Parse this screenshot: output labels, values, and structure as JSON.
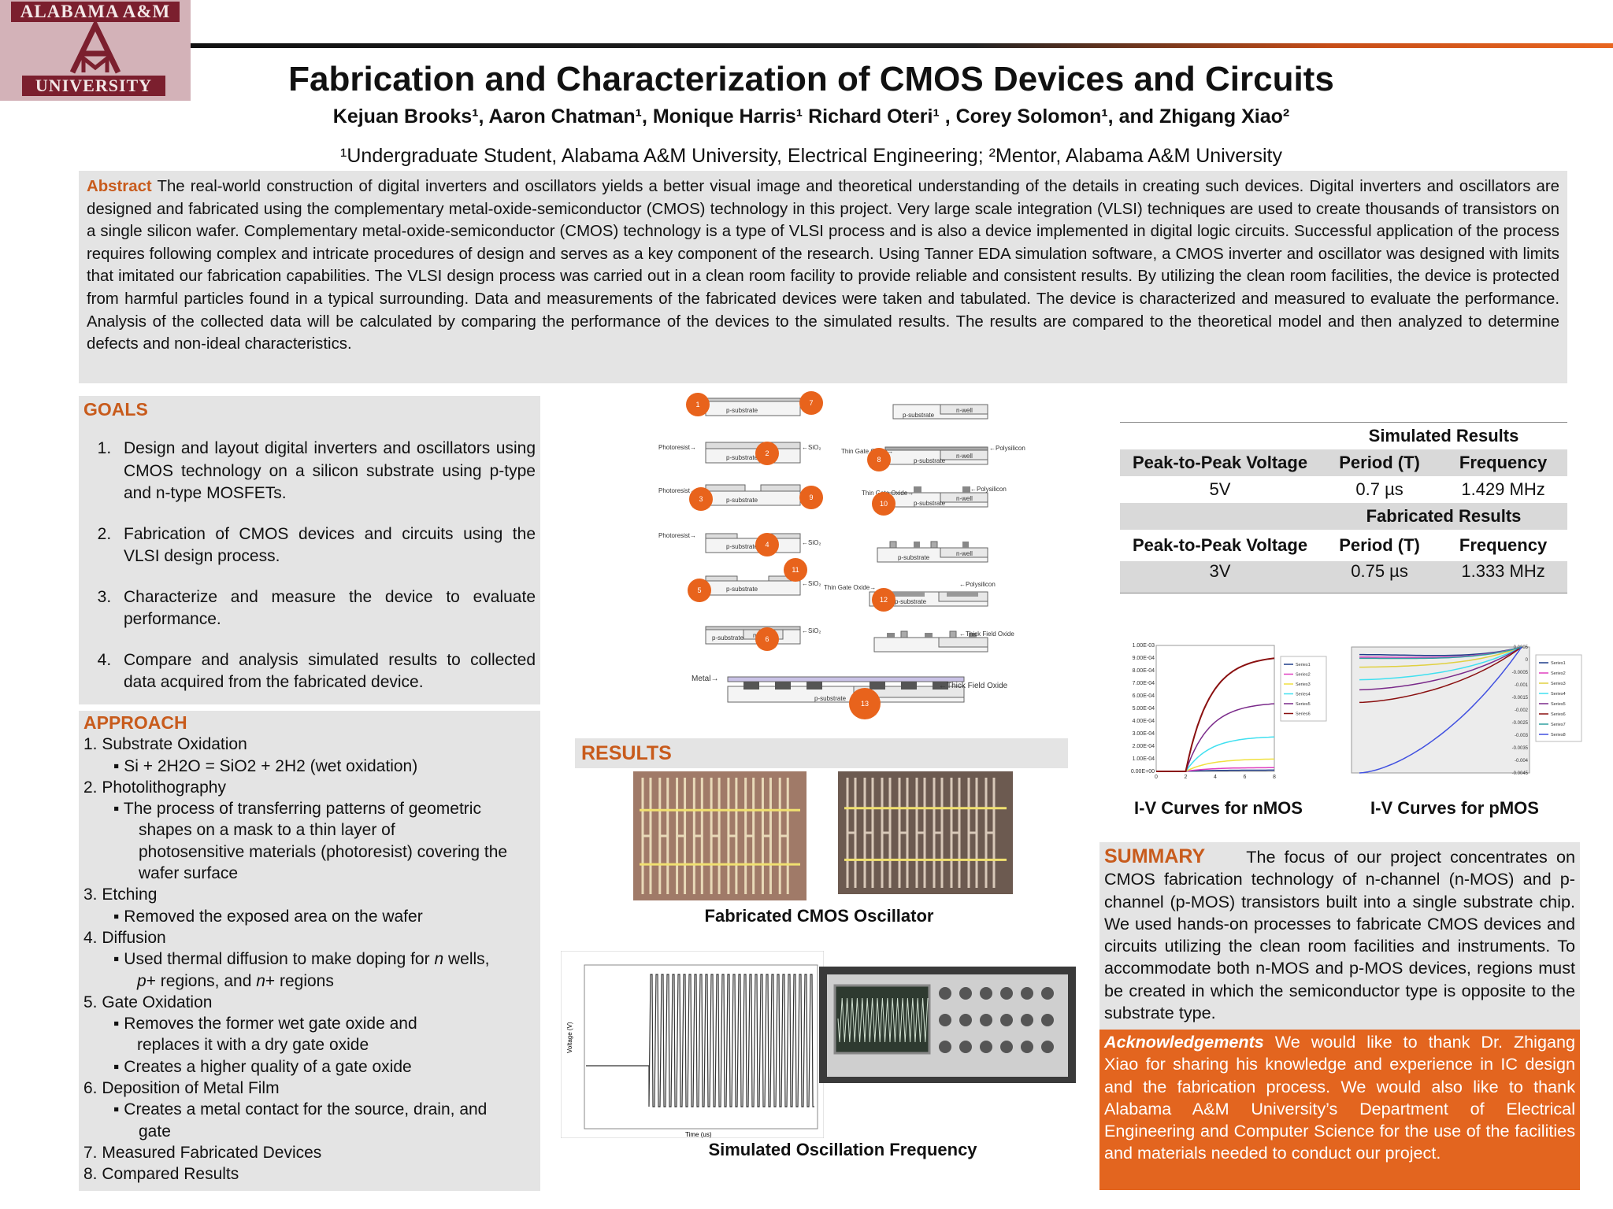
{
  "logo": {
    "top_text": "ALABAMA A&M",
    "bottom_text": "UNIVERSITY"
  },
  "header": {
    "title": "Fabrication and Characterization of CMOS Devices and Circuits",
    "authors": "Kejuan Brooks¹, Aaron Chatman¹, Monique Harris¹ Richard Oteri¹ , Corey Solomon¹, and Zhigang Xiao²",
    "affiliation": "¹Undergraduate Student, Alabama A&M University, Electrical Engineering; ²Mentor, Alabama A&M University"
  },
  "abstract": {
    "heading": "Abstract",
    "text": "The real-world construction of digital inverters and oscillators yields a better visual image and theoretical understanding of the details in creating such devices. Digital inverters and oscillators are designed and fabricated using the complementary metal-oxide-semiconductor (CMOS) technology in this project. Very large scale integration (VLSI) techniques are used to create thousands of transistors on a single silicon wafer. Complementary metal-oxide-semiconductor (CMOS) technology is a type of VLSI process and is also a device implemented in digital logic circuits. Successful application of the process requires following complex and intricate procedures of design and serves as a key component of the research. Using Tanner EDA simulation software, a CMOS inverter and oscillator was designed with limits that imitated our fabrication capabilities. The VLSI design process was carried out in a clean room facility to provide reliable and consistent results. By utilizing the clean room facilities, the device is protected from harmful particles found in a typical surrounding. Data and measurements of the fabricated devices were taken and tabulated. The device is characterized and measured to evaluate the performance. Analysis of the collected data will be calculated by comparing the performance of the devices to the simulated results. The results are compared to the theoretical model and then analyzed to determine defects and non-ideal characteristics."
  },
  "goals": {
    "heading": "GOALS",
    "items": [
      "Design and layout digital inverters and oscillators using CMOS technology on a silicon substrate using p-type and n-type MOSFETs.",
      "Fabrication of CMOS devices and circuits using the VLSI design process.",
      "Characterize and measure the device to evaluate performance.",
      "Compare and analysis simulated results to collected data  acquired from the fabricated device."
    ]
  },
  "approach": {
    "heading": "APPROACH",
    "l1": "1.  Substrate Oxidation",
    "l1a": "▪ Si + 2H2O = SiO2 + 2H2 (wet oxidation)",
    "l2": "2.  Photolithography",
    "l2a": "▪ The process of transferring patterns of  geometric",
    "l2b": "shapes on a mask to a thin layer of",
    "l2c": "photosensitive materials (photoresist) covering the",
    "l2d": "wafer surface",
    "l3": "3.  Etching",
    "l3a": "▪ Removed the exposed area on the wafer",
    "l4": "4.  Diffusion",
    "l4a": "▪ Used thermal diffusion to make doping for ",
    "l4a_i": "n",
    "l4a_e": " wells,",
    "l4b_i1": "p",
    "l4b_m": "+ regions, and ",
    "l4b_i2": "n",
    "l4b_e": "+ regions",
    "l5": "5.  Gate Oxidation",
    "l5a": "▪ Removes the former wet gate oxide and",
    "l5b": "replaces it with a dry gate oxide",
    "l5c": "▪ Creates a higher quality of a gate oxide",
    "l6": "6.  Deposition of Metal Film",
    "l6a": "▪ Creates a metal contact for the source, drain, and",
    "l6b": "gate",
    "l7": "7.  Measured Fabricated Devices",
    "l8": "8.  Compared Results"
  },
  "process_figure": {
    "step_numbers": [
      "1",
      "2",
      "3",
      "4",
      "5",
      "6",
      "7",
      "8",
      "9",
      "10",
      "11",
      "12",
      "13"
    ],
    "labels": {
      "photoresist": "Photoresist→",
      "sio2": "←SiO₂",
      "p_substrate": "p-substrate",
      "n_well": "n-well",
      "thin_gate_oxide": "Thin Gate Oxide→",
      "polysilicon": "←Polysilicon",
      "thick_field_oxide": "←Thick Field Oxide",
      "metal": "Metal→"
    }
  },
  "results": {
    "heading": "RESULTS",
    "fabricated_caption": "Fabricated CMOS Oscillator",
    "simulated_caption": "Simulated Oscillation Frequency",
    "sim_ylabel": "Voltage (V)",
    "sim_xlabel": "Time (us)"
  },
  "table": {
    "sim_header": "Simulated Results",
    "fab_header": "Fabricated Results",
    "col1": "Peak-to-Peak Voltage",
    "col2": "Period (T)",
    "col3": "Frequency",
    "sim_row": [
      "5V",
      "0.7 µs",
      "1.429 MHz"
    ],
    "fab_row": [
      "3V",
      "0.75 µs",
      "1.333 MHz"
    ]
  },
  "iv": {
    "nmos_caption": "I-V Curves for nMOS",
    "pmos_caption": "I-V Curves for pMOS",
    "nmos_yticks": [
      "1.00E-03",
      "9.00E-04",
      "8.00E-04",
      "7.00E-04",
      "6.00E-04",
      "5.00E-04",
      "4.00E-04",
      "3.00E-04",
      "2.00E-04",
      "1.00E-04",
      "0.00E+00"
    ],
    "nmos_xticks": [
      "0",
      "2",
      "4",
      "6",
      "8"
    ],
    "nmos_legend": [
      "Series1",
      "Series2",
      "Series3",
      "Series4",
      "Series5",
      "Series6"
    ],
    "pmos_yticks": [
      "0.0005",
      "0",
      "-0.0005",
      "-0.001",
      "-0.0015",
      "-0.002",
      "-0.0025",
      "-0.003",
      "-0.0035",
      "-0.004",
      "-0.0045"
    ],
    "pmos_legend": [
      "Series1",
      "Series2",
      "Series3",
      "Series4",
      "Series5",
      "Series6",
      "Series7",
      "Series8"
    ]
  },
  "summary": {
    "heading": "SUMMARY",
    "text": "The focus of our project concentrates on CMOS fabrication technology of n-channel (n-MOS) and p-channel (p-MOS) transistors built into a single substrate chip. We used hands-on processes to fabricate CMOS devices and circuits utilizing the clean room facilities and instruments. To accommodate both n-MOS and p-MOS devices, regions must be created in which the semiconductor type is opposite to the substrate type."
  },
  "ack": {
    "heading": "Acknowledgements",
    "text": "We would like to thank Dr. Zhigang Xiao for sharing his knowledge and experience in IC design and the fabrication process. We would also like to thank Alabama A&M University’s Department of Electrical Engineering and Computer Science for the use of the facilities and materials needed to conduct our project."
  }
}
